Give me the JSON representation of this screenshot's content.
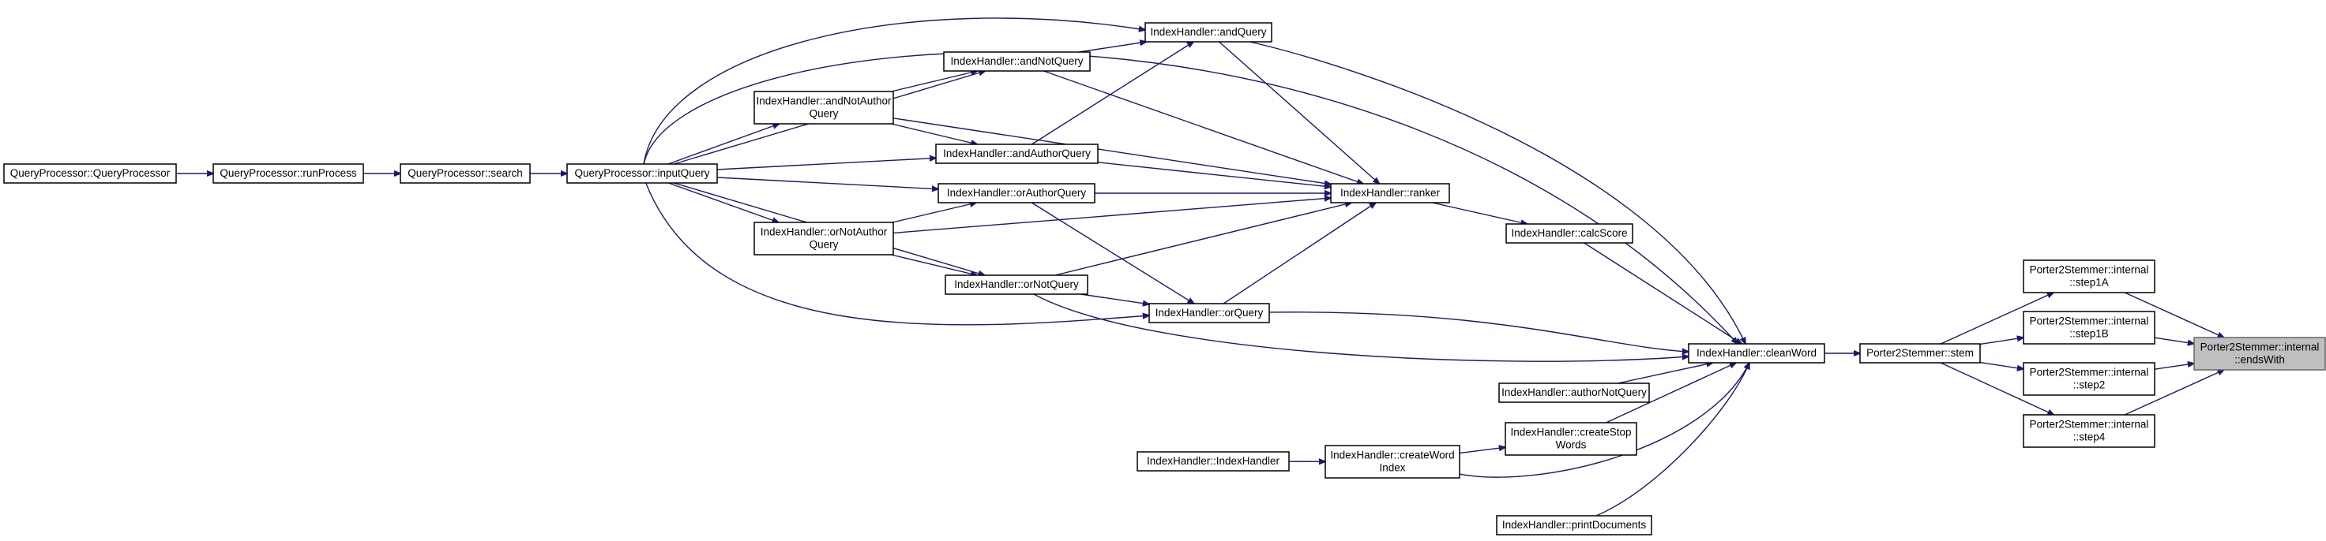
{
  "diagram": {
    "edge_color": "#191970",
    "highlight_fill": "#bfbfbf",
    "nodes": [
      {
        "id": "qp_ctor",
        "lines": [
          "QueryProcessor::QueryProcessor"
        ]
      },
      {
        "id": "qp_run",
        "lines": [
          "QueryProcessor::runProcess"
        ]
      },
      {
        "id": "qp_search",
        "lines": [
          "QueryProcessor::search"
        ]
      },
      {
        "id": "qp_input",
        "lines": [
          "QueryProcessor::inputQuery"
        ]
      },
      {
        "id": "ih_andnotauthor",
        "lines": [
          "IndexHandler::andNotAuthor",
          "Query"
        ]
      },
      {
        "id": "ih_ornotauthor",
        "lines": [
          "IndexHandler::orNotAuthor",
          "Query"
        ]
      },
      {
        "id": "ih_andnot",
        "lines": [
          "IndexHandler::andNotQuery"
        ]
      },
      {
        "id": "ih_andauthor",
        "lines": [
          "IndexHandler::andAuthorQuery"
        ]
      },
      {
        "id": "ih_orauthor",
        "lines": [
          "IndexHandler::orAuthorQuery"
        ]
      },
      {
        "id": "ih_ornot",
        "lines": [
          "IndexHandler::orNotQuery"
        ]
      },
      {
        "id": "ih_and",
        "lines": [
          "IndexHandler::andQuery"
        ]
      },
      {
        "id": "ih_or",
        "lines": [
          "IndexHandler::orQuery"
        ]
      },
      {
        "id": "ih_ranker",
        "lines": [
          "IndexHandler::ranker"
        ]
      },
      {
        "id": "ih_calc",
        "lines": [
          "IndexHandler::calcScore"
        ]
      },
      {
        "id": "ih_authornot",
        "lines": [
          "IndexHandler::authorNotQuery"
        ]
      },
      {
        "id": "ih_createstop",
        "lines": [
          "IndexHandler::createStop",
          "Words"
        ]
      },
      {
        "id": "ih_print",
        "lines": [
          "IndexHandler::printDocuments"
        ]
      },
      {
        "id": "ih_ctor",
        "lines": [
          "IndexHandler::IndexHandler"
        ]
      },
      {
        "id": "ih_createword",
        "lines": [
          "IndexHandler::createWord",
          "Index"
        ]
      },
      {
        "id": "ih_clean",
        "lines": [
          "IndexHandler::cleanWord"
        ]
      },
      {
        "id": "ps_stem",
        "lines": [
          "Porter2Stemmer::stem"
        ]
      },
      {
        "id": "ps_step1a",
        "lines": [
          "Porter2Stemmer::internal",
          "::step1A"
        ]
      },
      {
        "id": "ps_step1b",
        "lines": [
          "Porter2Stemmer::internal",
          "::step1B"
        ]
      },
      {
        "id": "ps_step2",
        "lines": [
          "Porter2Stemmer::internal",
          "::step2"
        ]
      },
      {
        "id": "ps_step4",
        "lines": [
          "Porter2Stemmer::internal",
          "::step4"
        ]
      },
      {
        "id": "ps_endswith",
        "lines": [
          "Porter2Stemmer::internal",
          "::endsWith"
        ],
        "highlight": true
      }
    ],
    "edges": [
      {
        "from": "qp_ctor",
        "to": "qp_run"
      },
      {
        "from": "qp_run",
        "to": "qp_search"
      },
      {
        "from": "qp_search",
        "to": "qp_input"
      },
      {
        "from": "qp_input",
        "to": "ih_andnotauthor"
      },
      {
        "from": "qp_input",
        "to": "ih_ornotauthor"
      },
      {
        "from": "qp_input",
        "to": "ih_andnot"
      },
      {
        "from": "qp_input",
        "to": "ih_andauthor"
      },
      {
        "from": "qp_input",
        "to": "ih_orauthor"
      },
      {
        "from": "qp_input",
        "to": "ih_ornot"
      },
      {
        "from": "qp_input",
        "to": "ih_and"
      },
      {
        "from": "qp_input",
        "to": "ih_or"
      },
      {
        "from": "qp_input",
        "to": "ih_clean"
      },
      {
        "from": "ih_andnotauthor",
        "to": "ih_andnot"
      },
      {
        "from": "ih_andnotauthor",
        "to": "ih_andauthor"
      },
      {
        "from": "ih_andnotauthor",
        "to": "ih_ranker"
      },
      {
        "from": "ih_ornotauthor",
        "to": "ih_orauthor"
      },
      {
        "from": "ih_ornotauthor",
        "to": "ih_ornot"
      },
      {
        "from": "ih_ornotauthor",
        "to": "ih_ranker"
      },
      {
        "from": "ih_andnot",
        "to": "ih_and"
      },
      {
        "from": "ih_andnot",
        "to": "ih_ranker"
      },
      {
        "from": "ih_andauthor",
        "to": "ih_and"
      },
      {
        "from": "ih_andauthor",
        "to": "ih_ranker"
      },
      {
        "from": "ih_orauthor",
        "to": "ih_or"
      },
      {
        "from": "ih_orauthor",
        "to": "ih_ranker"
      },
      {
        "from": "ih_ornot",
        "to": "ih_or"
      },
      {
        "from": "ih_ornot",
        "to": "ih_ranker"
      },
      {
        "from": "ih_ornot",
        "to": "ih_clean"
      },
      {
        "from": "ih_and",
        "to": "ih_ranker"
      },
      {
        "from": "ih_and",
        "to": "ih_clean"
      },
      {
        "from": "ih_or",
        "to": "ih_ranker"
      },
      {
        "from": "ih_or",
        "to": "ih_clean"
      },
      {
        "from": "ih_ranker",
        "to": "ih_calc"
      },
      {
        "from": "ih_calc",
        "to": "ih_clean"
      },
      {
        "from": "ih_authornot",
        "to": "ih_clean"
      },
      {
        "from": "ih_createstop",
        "to": "ih_clean"
      },
      {
        "from": "ih_print",
        "to": "ih_clean"
      },
      {
        "from": "ih_ctor",
        "to": "ih_createword"
      },
      {
        "from": "ih_createword",
        "to": "ih_createstop"
      },
      {
        "from": "ih_createword",
        "to": "ih_clean"
      },
      {
        "from": "ih_clean",
        "to": "ps_stem"
      },
      {
        "from": "ps_stem",
        "to": "ps_step1a"
      },
      {
        "from": "ps_stem",
        "to": "ps_step1b"
      },
      {
        "from": "ps_stem",
        "to": "ps_step2"
      },
      {
        "from": "ps_stem",
        "to": "ps_step4"
      },
      {
        "from": "ps_step1a",
        "to": "ps_endswith"
      },
      {
        "from": "ps_step1b",
        "to": "ps_endswith"
      },
      {
        "from": "ps_step2",
        "to": "ps_endswith"
      },
      {
        "from": "ps_step4",
        "to": "ps_endswith"
      }
    ]
  }
}
